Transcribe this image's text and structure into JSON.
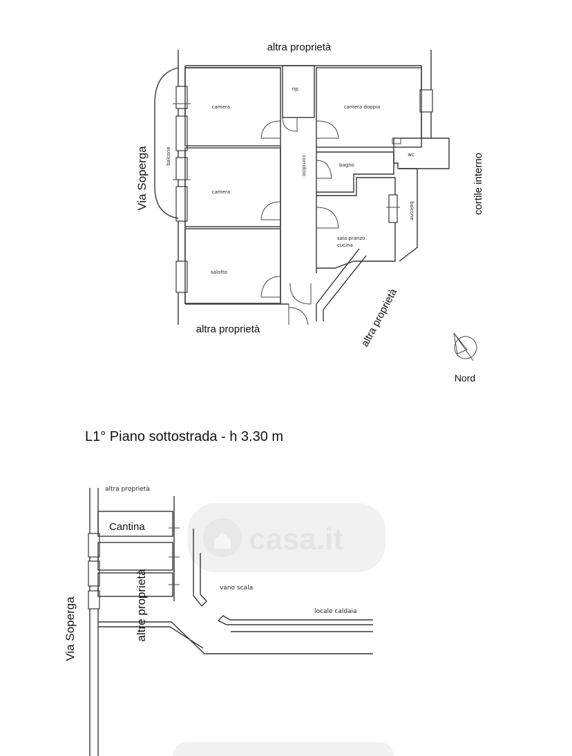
{
  "floor_1": {
    "labels": {
      "altra_top": "altra  proprietà",
      "altra_bottom": "altra  proprietà",
      "altra_diag": "altra  proprietà",
      "street": "Via Soperga",
      "courtyard": "cortile interno",
      "north": "Nord"
    },
    "rooms": {
      "camera_1": "camera",
      "rip": "rip.",
      "camera_doppia": "camera  doppia",
      "wc": "wc",
      "balcone_left": "balcone",
      "corridoio": "corridoio",
      "bagno": "bagno",
      "camera_2": "camera",
      "balcone_right": "balcone",
      "sala_line1": "sala pranzo",
      "sala_line2": "cucina",
      "salotto": "salotto"
    }
  },
  "basement": {
    "title": "L1° Piano sottostrada - h 3.30 m",
    "labels": {
      "altra_top": "altra  proprietà",
      "cantina": "Cantina",
      "altre_proprieta": "altre proprietà",
      "street": "Via Soperga",
      "vano_scala": "vano scala",
      "locale_caldaia": "locale caldaia"
    }
  },
  "watermark": {
    "text": "casa.it"
  }
}
